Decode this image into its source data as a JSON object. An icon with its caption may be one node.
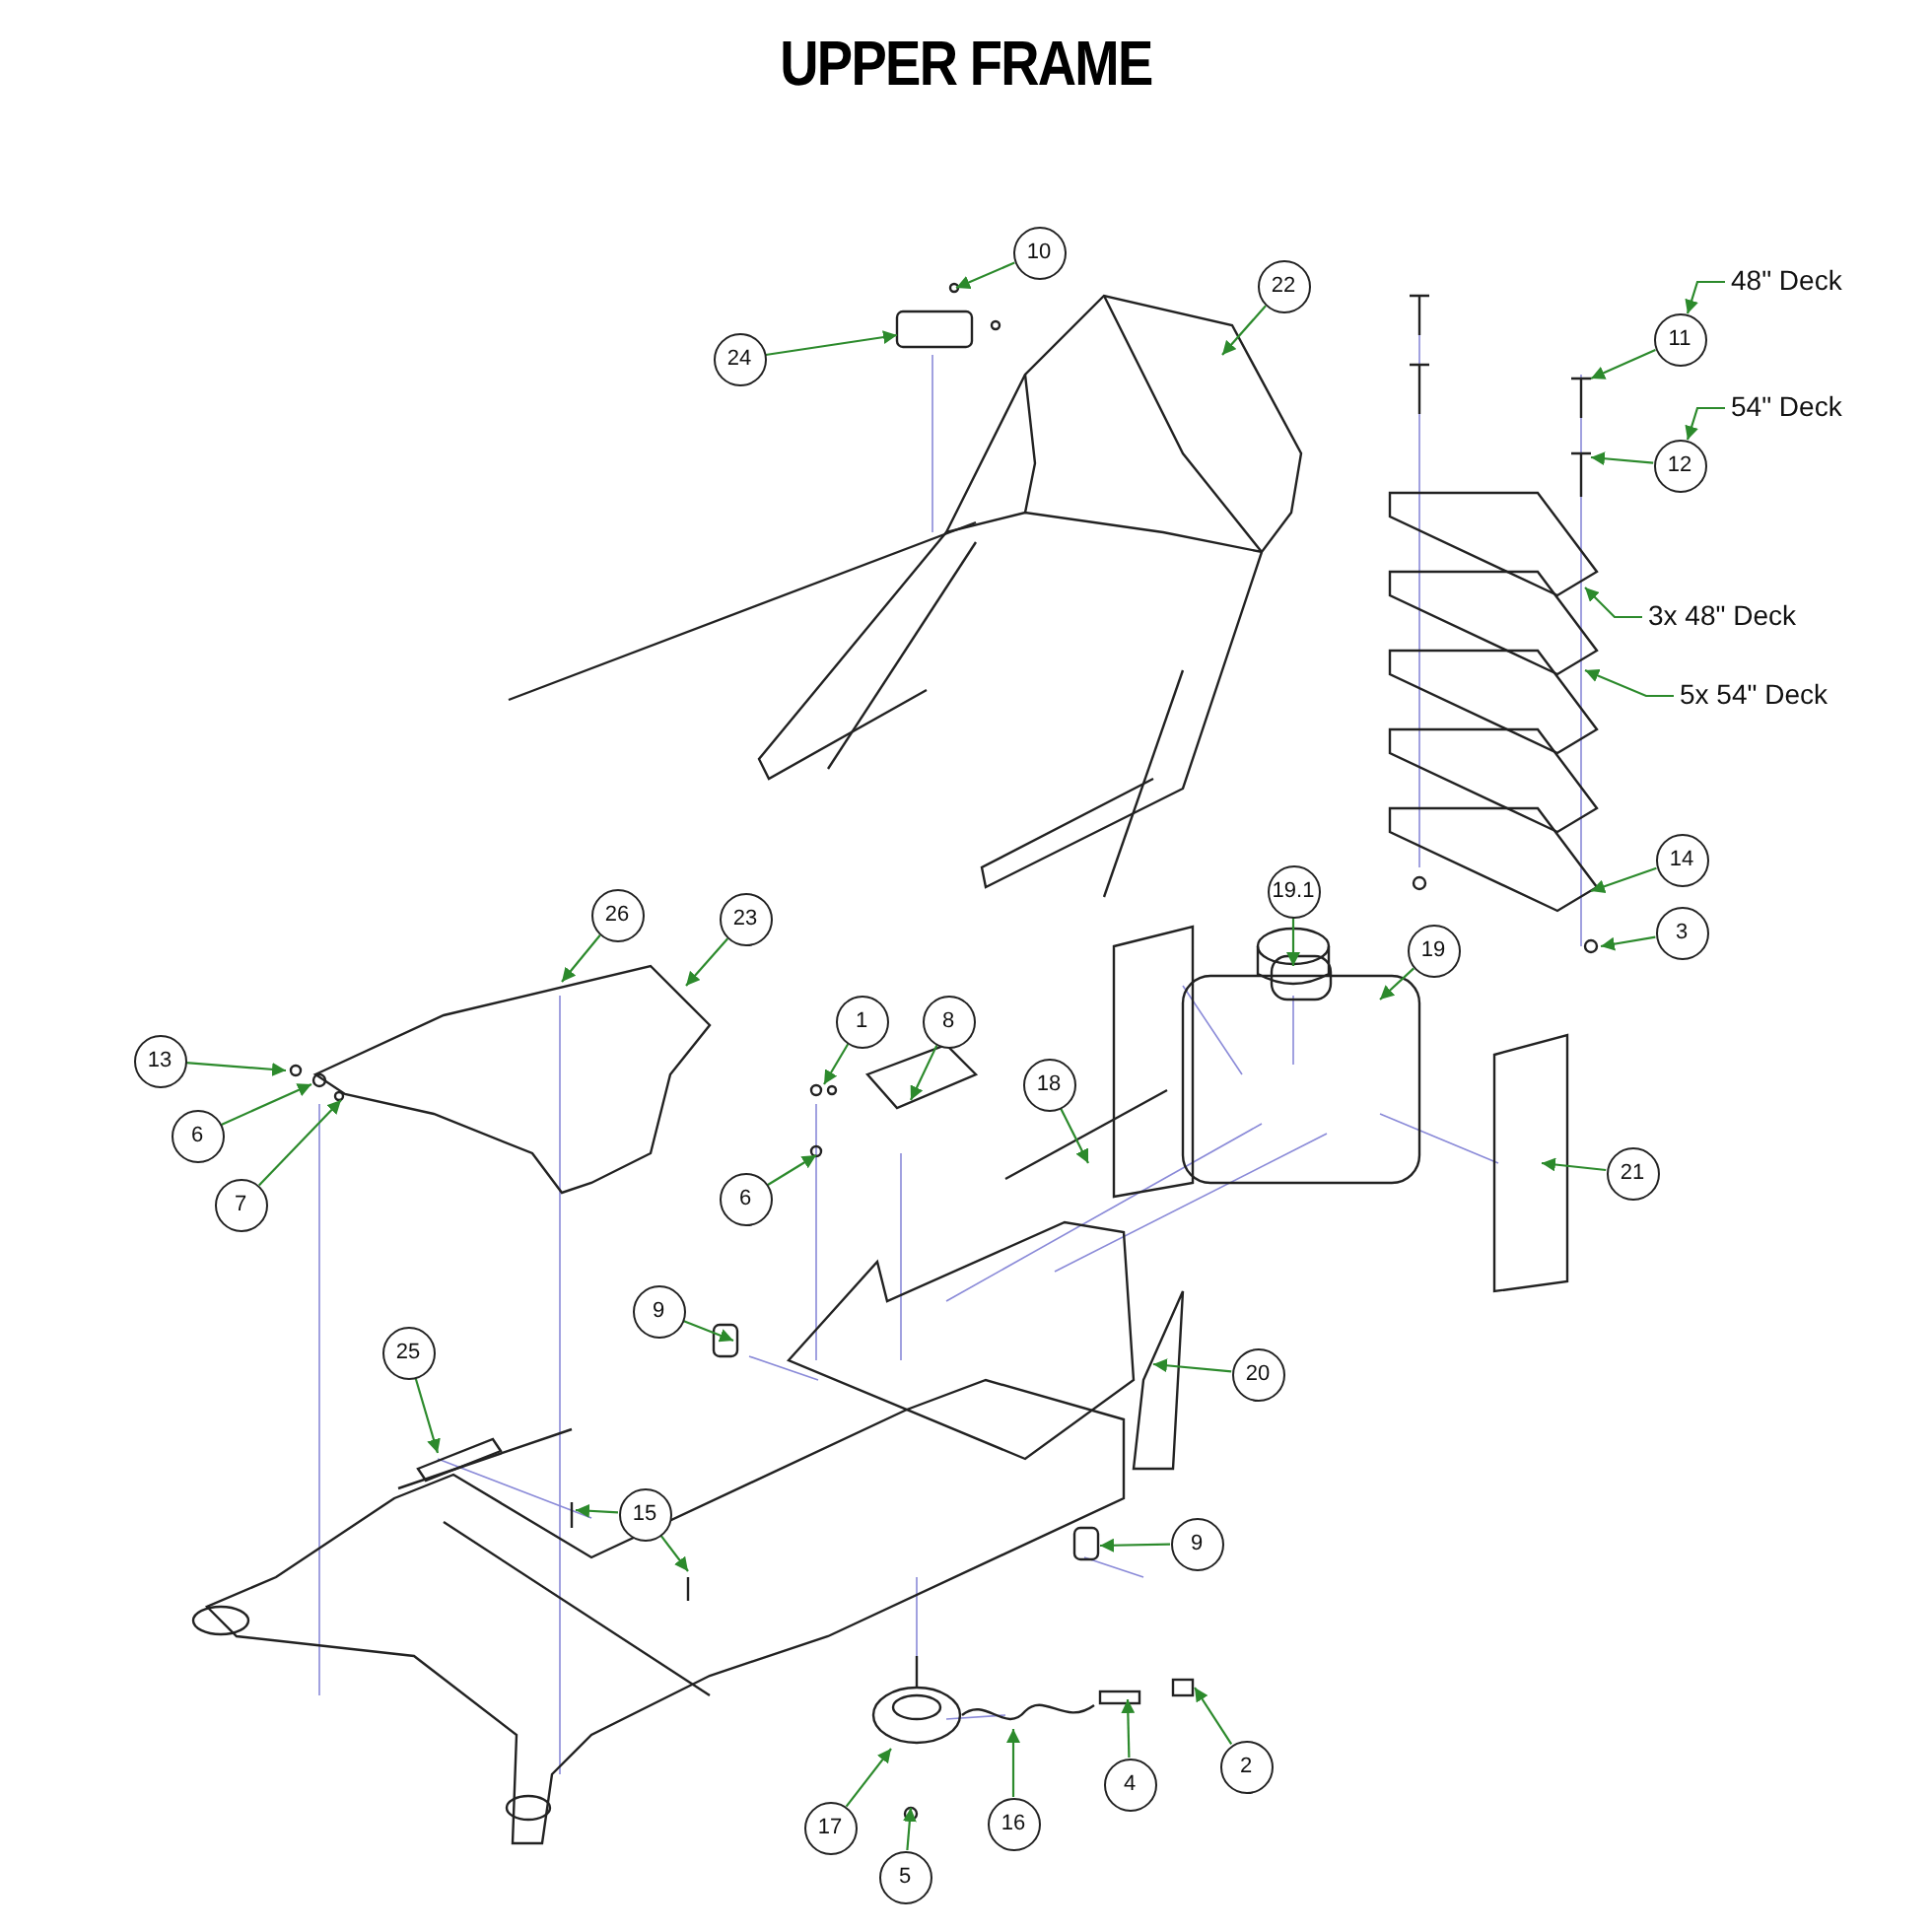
{
  "diagram": {
    "title": "UPPER FRAME",
    "nodes": [
      {
        "text": [
          "10"
        ]
      },
      {
        "text": [
          "22"
        ]
      },
      {
        "text": [
          "24"
        ]
      },
      {
        "text": [
          "48\" Deck"
        ]
      },
      {
        "text": [
          "11"
        ]
      },
      {
        "text": [
          "54\" Deck"
        ]
      },
      {
        "text": [
          "12"
        ]
      },
      {
        "text": [
          "3x 48\" Deck"
        ]
      },
      {
        "text": [
          "5x 54\" Deck"
        ]
      },
      {
        "text": [
          "19.1"
        ]
      },
      {
        "text": [
          "14"
        ]
      },
      {
        "text": [
          "26"
        ]
      },
      {
        "text": [
          "3"
        ]
      },
      {
        "text": [
          "23"
        ]
      },
      {
        "text": [
          "19"
        ]
      },
      {
        "text": [
          "13"
        ]
      },
      {
        "text": [
          "1"
        ]
      },
      {
        "text": [
          "8"
        ]
      },
      {
        "text": [
          "6"
        ]
      },
      {
        "text": [
          "6"
        ]
      },
      {
        "text": [
          "7"
        ]
      },
      {
        "text": [
          "18"
        ]
      },
      {
        "text": [
          "21"
        ]
      },
      {
        "text": [
          "9"
        ]
      },
      {
        "text": [
          "20"
        ]
      },
      {
        "text": [
          "25"
        ]
      },
      {
        "text": [
          "15"
        ]
      },
      {
        "text": [
          "9"
        ]
      },
      {
        "text": [
          "2"
        ]
      },
      {
        "text": [
          "4"
        ]
      },
      {
        "text": [
          "17"
        ]
      },
      {
        "text": [
          "16"
        ]
      },
      {
        "text": [
          "5"
        ]
      }
    ],
    "edges": [
      {
        "from": 0,
        "to": null,
        "arrow": "to"
      },
      {
        "from": 1,
        "to": null,
        "arrow": "to"
      },
      {
        "from": 2,
        "to": null,
        "arrow": "to"
      },
      {
        "from": 3,
        "to": 4,
        "arrow": "to"
      },
      {
        "from": 4,
        "to": null,
        "arrow": "to"
      },
      {
        "from": 5,
        "to": 6,
        "arrow": "to"
      },
      {
        "from": 6,
        "to": null,
        "arrow": "to"
      },
      {
        "from": 7,
        "to": null,
        "arrow": "to"
      },
      {
        "from": 8,
        "to": null,
        "arrow": "to"
      },
      {
        "from": 9,
        "to": null,
        "arrow": "to"
      },
      {
        "from": 10,
        "to": null,
        "arrow": "to"
      },
      {
        "from": 11,
        "to": null,
        "arrow": "to"
      },
      {
        "from": 12,
        "to": null,
        "arrow": "to"
      },
      {
        "from": 13,
        "to": null,
        "arrow": "to"
      },
      {
        "from": 14,
        "to": null,
        "arrow": "to"
      },
      {
        "from": 15,
        "to": null,
        "arrow": "to"
      },
      {
        "from": 16,
        "to": null,
        "arrow": "to"
      },
      {
        "from": 17,
        "to": null,
        "arrow": "to"
      },
      {
        "from": 18,
        "to": null,
        "arrow": "to"
      },
      {
        "from": 19,
        "to": null,
        "arrow": "to"
      },
      {
        "from": 20,
        "to": null,
        "arrow": "to"
      },
      {
        "from": 21,
        "to": null,
        "arrow": "to"
      },
      {
        "from": 22,
        "to": null,
        "arrow": "to"
      },
      {
        "from": 23,
        "to": null,
        "arrow": "to"
      },
      {
        "from": 24,
        "to": null,
        "arrow": "to"
      },
      {
        "from": 25,
        "to": null,
        "arrow": "to"
      },
      {
        "from": 26,
        "to": null,
        "arrow": "to"
      },
      {
        "from": 26,
        "to": null,
        "arrow": "to"
      },
      {
        "from": 27,
        "to": null,
        "arrow": "to"
      },
      {
        "from": 28,
        "to": null,
        "arrow": "to"
      },
      {
        "from": 29,
        "to": null,
        "arrow": "to"
      },
      {
        "from": 30,
        "to": null,
        "arrow": "to"
      },
      {
        "from": 31,
        "to": null,
        "arrow": "to"
      },
      {
        "from": 32,
        "to": null,
        "arrow": "to"
      }
    ]
  }
}
